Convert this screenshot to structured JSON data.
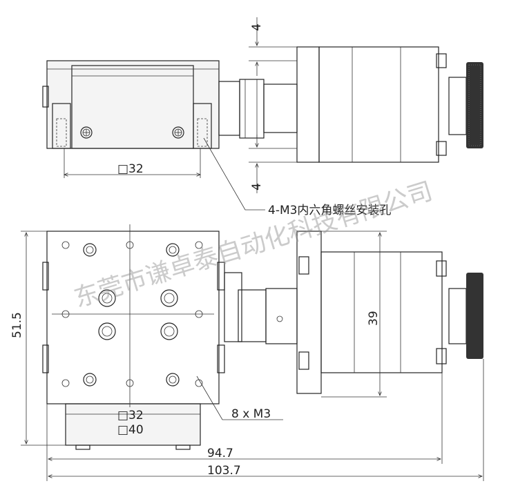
{
  "top_view": {
    "dim_gap_top": "4",
    "dim_gap_bottom": "4",
    "dim_square": "□32",
    "mount_hole_note": "4-M3内六角螺丝安装孔"
  },
  "front_view": {
    "dim_height": "51.5",
    "dim_motor": "39",
    "thread_note": "8 x M3",
    "dim_square_small": "□32",
    "dim_square_large": "□40",
    "dim_length_stage": "94.7",
    "dim_length_total": "103.7"
  },
  "watermark": "东莞市谦卓泰自动化科技有限公司"
}
